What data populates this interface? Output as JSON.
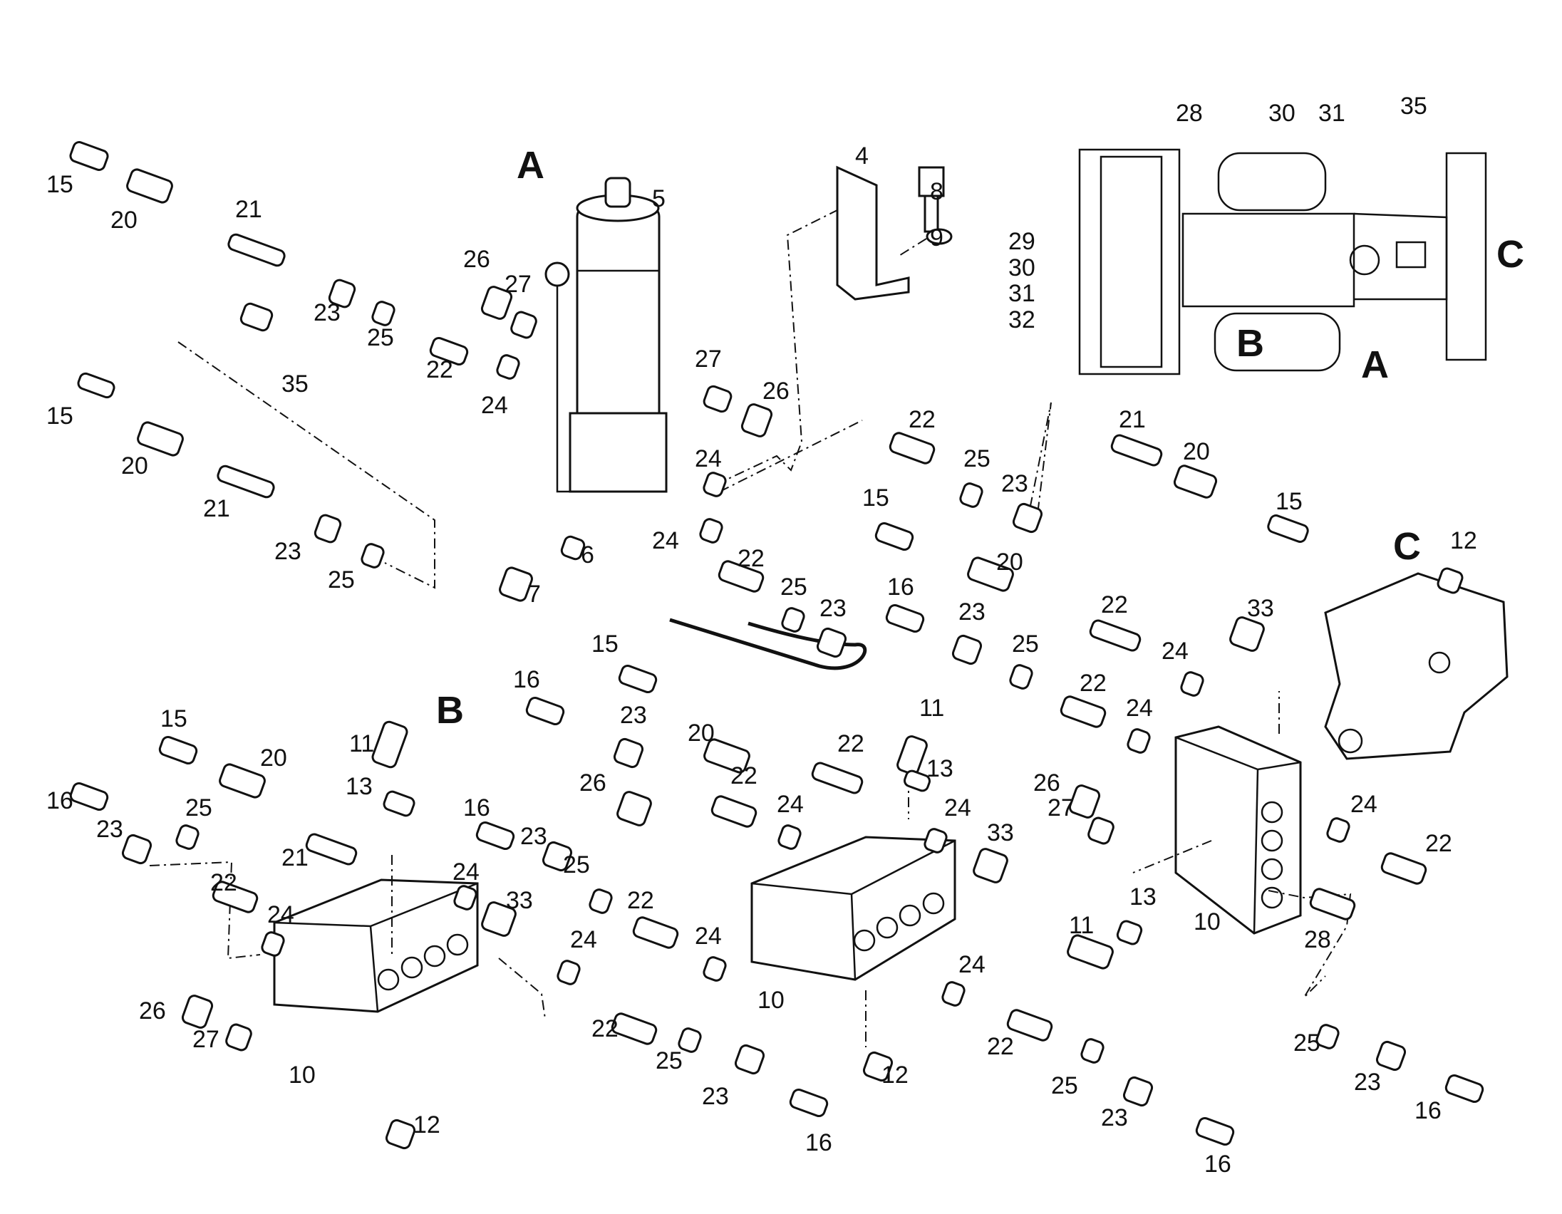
{
  "views": [
    "A",
    "B",
    "C"
  ],
  "inset": {
    "markers": [
      "B",
      "A",
      "C"
    ],
    "callouts": [
      "28",
      "30",
      "31",
      "35",
      "29",
      "30",
      "31",
      "32"
    ]
  },
  "parts": [
    "4",
    "5",
    "6",
    "7",
    "8",
    "9",
    "10",
    "11",
    "12",
    "13",
    "15",
    "16",
    "20",
    "21",
    "22",
    "23",
    "24",
    "25",
    "26",
    "27",
    "28",
    "33",
    "35"
  ],
  "colors": {
    "ink": "#111111",
    "paper": "#ffffff"
  }
}
